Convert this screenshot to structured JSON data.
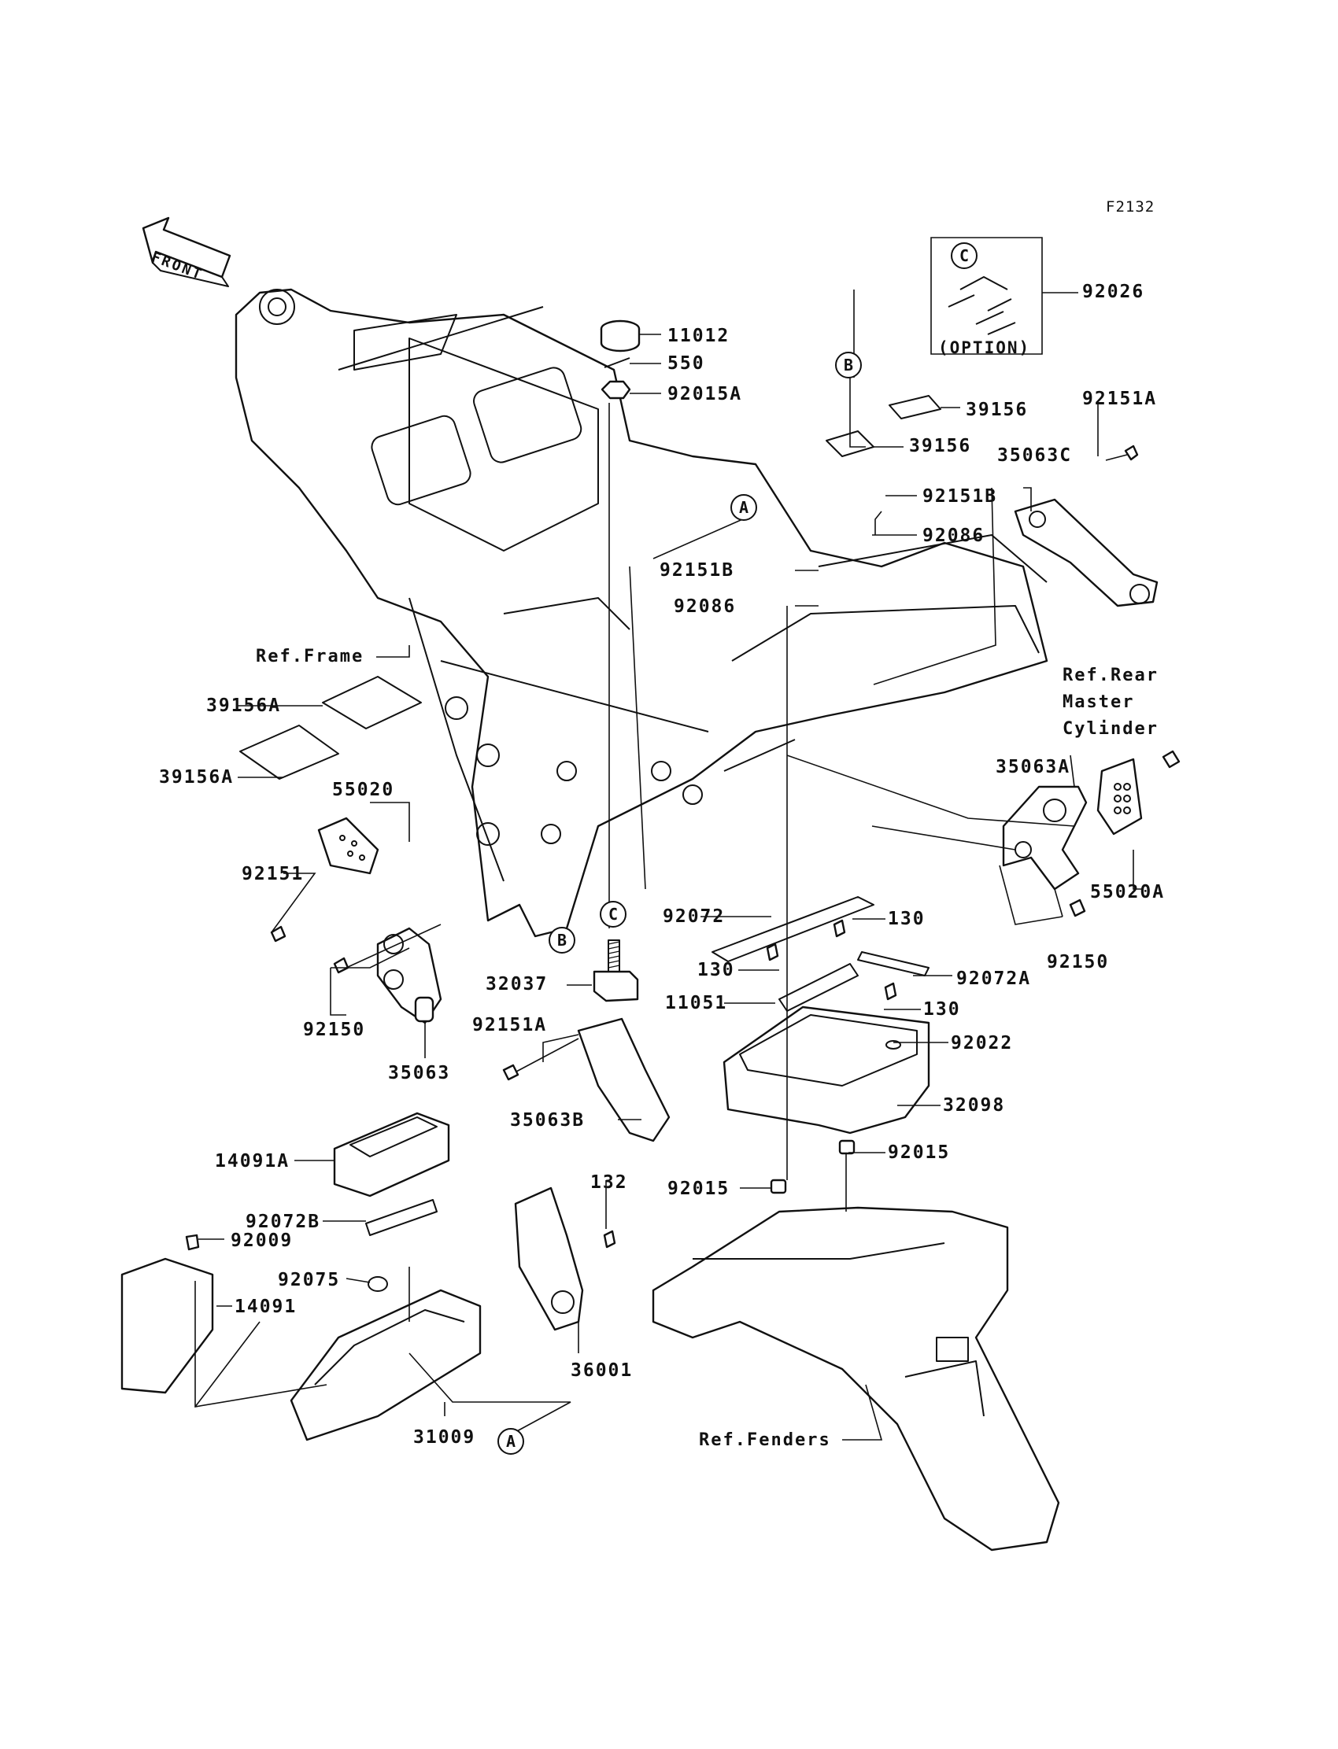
{
  "diagram": {
    "code": "F2132",
    "front_arrow": "FRONT",
    "option_box_label": "(OPTION)",
    "markers": {
      "A": "A",
      "B": "B",
      "C": "C"
    },
    "callouts": {
      "p92026": "92026",
      "p11012": "11012",
      "p550": "550",
      "p92015A": "92015A",
      "p39156_top": "39156",
      "p39156_bottom": "39156",
      "p92151A_top": "92151A",
      "p35063C": "35063C",
      "p92151B_right": "92151B",
      "p92086_right": "92086",
      "p92151B_left": "92151B",
      "p92086_left": "92086",
      "ref_frame": "Ref.Frame",
      "p39156A_top": "39156A",
      "p39156A_bottom": "39156A",
      "ref_rear_master_cyl_1": "Ref.Rear",
      "ref_rear_master_cyl_2": "Master",
      "ref_rear_master_cyl_3": "Cylinder",
      "p35063A": "35063A",
      "p55020": "55020",
      "p92151_left": "92151",
      "p55020A": "55020A",
      "p92150_right": "92150",
      "p92072": "92072",
      "p130_top": "130",
      "p130_mid": "130",
      "p92072A": "92072A",
      "p92150_left": "92150",
      "p32037": "32037",
      "p11051": "11051",
      "p130_low": "130",
      "p92151A_mid": "92151A",
      "p92022": "92022",
      "p35063": "35063",
      "p32098": "32098",
      "p35063B": "35063B",
      "p92015_right": "92015",
      "p14091A": "14091A",
      "p132": "132",
      "p92015_left": "92015",
      "p92072B": "92072B",
      "p92009": "92009",
      "p92075": "92075",
      "p14091": "14091",
      "p36001": "36001",
      "p31009": "31009",
      "ref_fenders": "Ref.Fenders"
    }
  }
}
